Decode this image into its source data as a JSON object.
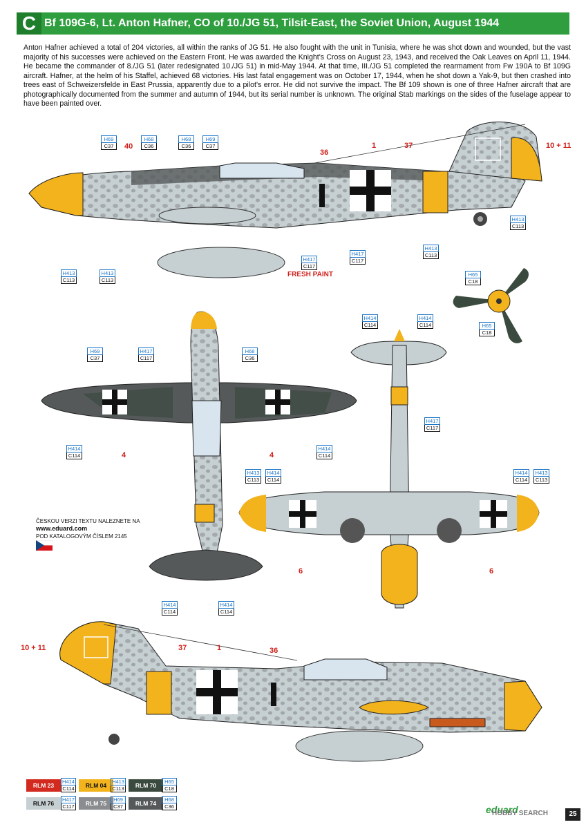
{
  "header": {
    "letter": "C",
    "title": "Bf 109G-6, Lt. Anton Hafner, CO of 10./JG 51, Tilsit-East, the Soviet Union, August 1944"
  },
  "description": "Anton Hafner achieved a total of 204 victories, all within the ranks of JG 51. He also fought with the unit in Tunisia, where he was shot down and wounded, but the vast majority of his successes were achieved on the Eastern Front. He was awarded the Knight's Cross on August 23, 1943, and received the Oak Leaves on April 11, 1944. He became the commander of 8./JG 51 (later redesignated 10./JG 51) in mid-May 1944. At that time, III./JG 51 completed the rearmament from Fw 190A to Bf 109G aircraft. Hafner, at the helm of his Staffel, achieved 68 victories. His last fatal engagement was on October 17, 1944, when he shot down a Yak-9, but then crashed into trees east of Schweizersfelde in East Prussia, apparently due to a pilot's error. He did not survive the impact. The Bf 109 shown is one of three Hafner aircraft that are photographically documented from the summer and autumn of 1944, but its serial number is unknown. The original Stab markings on the sides of the fuselage appear to have been painted over.",
  "colors": {
    "rlm04": "#f2b31c",
    "rlm23": "#d32a20",
    "rlm70": "#3b4a3e",
    "rlm74": "#55595a",
    "rlm75": "#8a8c8f",
    "rlm76": "#c6cfd1",
    "header_green": "#2e9e3e"
  },
  "paint_tags": {
    "side_top": [
      {
        "h": "H69",
        "c": "C37"
      },
      {
        "h": "H68",
        "c": "C36"
      },
      {
        "h": "H68",
        "c": "C36"
      },
      {
        "h": "H69",
        "c": "C37"
      }
    ],
    "side_bottom": [
      {
        "h": "H413",
        "c": "C113"
      },
      {
        "h": "H413",
        "c": "C113"
      },
      {
        "h": "H417",
        "c": "C117"
      },
      {
        "h": "H417",
        "c": "C117"
      },
      {
        "h": "H413",
        "c": "C113"
      },
      {
        "h": "H413",
        "c": "C113"
      }
    ],
    "prop": [
      {
        "h": "H65",
        "c": "C18"
      },
      {
        "h": "H65",
        "c": "C18"
      }
    ],
    "top_view": [
      {
        "h": "H69",
        "c": "C37"
      },
      {
        "h": "H417",
        "c": "C117"
      },
      {
        "h": "H68",
        "c": "C36"
      },
      {
        "h": "H414",
        "c": "C114"
      },
      {
        "h": "H414",
        "c": "C114"
      },
      {
        "h": "H414",
        "c": "C114"
      },
      {
        "h": "H414",
        "c": "C114"
      }
    ],
    "bottom_view": [
      {
        "h": "H414",
        "c": "C114"
      },
      {
        "h": "H414",
        "c": "C114"
      },
      {
        "h": "H417",
        "c": "C117"
      },
      {
        "h": "H413",
        "c": "C113"
      },
      {
        "h": "H414",
        "c": "C114"
      },
      {
        "h": "H414",
        "c": "C114"
      },
      {
        "h": "H413",
        "c": "C113"
      }
    ]
  },
  "callouts": {
    "n40": "40",
    "n36": "36",
    "n1": "1",
    "n37": "37",
    "n10_11": "10 + 11",
    "n4": "4",
    "n6": "6",
    "fresh_paint": "FRESH PAINT"
  },
  "czech_note": {
    "line1": "ČESKOU VERZI TEXTU NALEZNETE NA",
    "url": "www.eduard.com",
    "line3": "POD KATALOGOVÝM ČÍSLEM 2145"
  },
  "legend": [
    {
      "label": "RLM 23",
      "h": "H414",
      "c": "C114",
      "color": "#d32a20",
      "text": "#ffffff"
    },
    {
      "label": "RLM 04",
      "h": "H413",
      "c": "C113",
      "color": "#f2b31c",
      "text": "#111111"
    },
    {
      "label": "RLM 70",
      "h": "H65",
      "c": "C18",
      "color": "#3b4a3e",
      "text": "#ffffff"
    },
    {
      "label": "RLM 76",
      "h": "H417",
      "c": "C117",
      "color": "#c6cfd1",
      "text": "#111111"
    },
    {
      "label": "RLM 75",
      "h": "H69",
      "c": "C37",
      "color": "#8a8c8f",
      "text": "#ffffff"
    },
    {
      "label": "RLM 74",
      "h": "H68",
      "c": "C36",
      "color": "#55595a",
      "text": "#ffffff"
    }
  ],
  "footer": {
    "brand": "eduard",
    "watermark": "HOBBY SEARCH",
    "page": "25"
  }
}
